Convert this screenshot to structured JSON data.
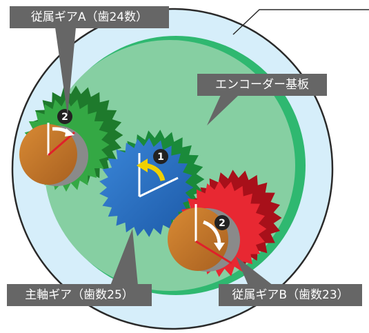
{
  "labels": {
    "gear_a": "従属ギアA（歯24数）",
    "board": "エンコーダー基板",
    "main_gear": "主軸ギア（歯数25）",
    "gear_b": "従属ギアB（歯数23）"
  },
  "markers": {
    "main": "1",
    "sub_a": "2",
    "sub_b": "2"
  },
  "teeth": {
    "gear_a": 24,
    "main_gear": 25,
    "gear_b": 23
  },
  "colors": {
    "outer_circle": "#d6eefa",
    "board": "#80cca0",
    "gear_a": "#2a9a3a",
    "main_gear": "#2a6fc0",
    "gear_b": "#e0202a",
    "hub": "#c8782a",
    "arrow_main": "#f0d000",
    "arrow_sub": "#ffffff",
    "label_bg": "#666666"
  }
}
